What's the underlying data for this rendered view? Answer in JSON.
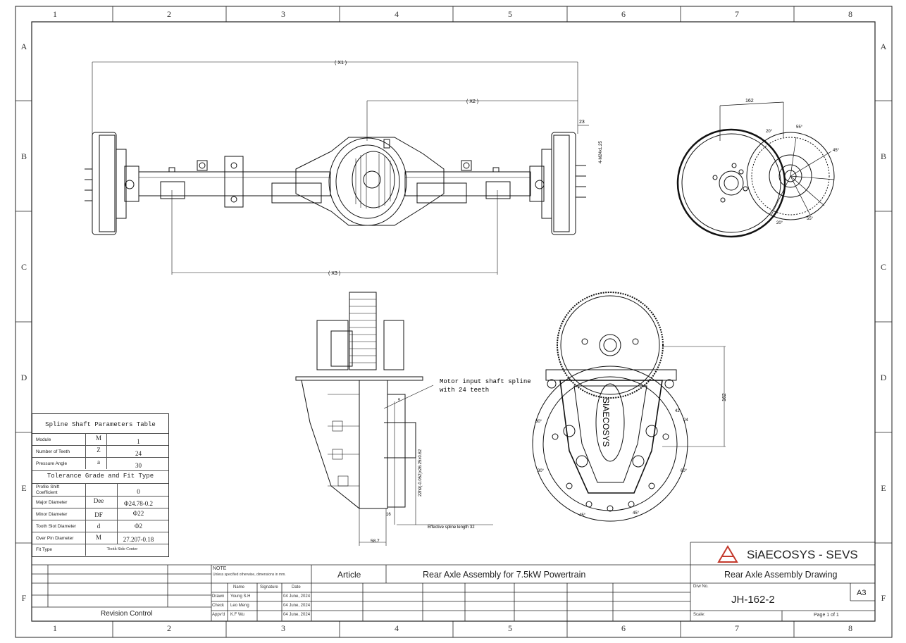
{
  "grid": {
    "columns": [
      "1",
      "2",
      "3",
      "4",
      "5",
      "6",
      "7",
      "8"
    ],
    "rows": [
      "A",
      "B",
      "C",
      "D",
      "E",
      "F"
    ]
  },
  "dimensions": {
    "x1": "( X1 )",
    "x2": "( X2 )",
    "x3": "( X3 )",
    "d23": "23",
    "d4m": "4-M24x1.25",
    "d162_top": "162",
    "d162_side": "162",
    "d5": "5",
    "d16": "16",
    "d587": "58.7",
    "shaft_dim": "22h9(-0.052)x26.25x0.62",
    "effective_spline": "Effective spline length 32",
    "wheel_angle_55": "55°",
    "wheel_angle_20": "20°",
    "wheel_angle_45": "45°",
    "wheel_angle_30": "30°",
    "wheel_angle_60": "60°",
    "wheel_angle_42": "42",
    "wheel_angle_24": "24"
  },
  "callout": {
    "line1": "Motor input shaft spline",
    "line2": "with 24 teeth"
  },
  "spline_table": {
    "title": "Spline Shaft Parameters Table",
    "rows": [
      {
        "param": "Module",
        "symbol": "M",
        "value": "1"
      },
      {
        "param": "Number of Teeth",
        "symbol": "Z",
        "value": "24"
      },
      {
        "param": "Pressure Angle",
        "symbol": "a",
        "value": "30"
      }
    ],
    "subtitle": "Tolerance Grade and Fit Type",
    "rows2": [
      {
        "param": "Profile Shift Coefficient",
        "symbol": "",
        "value": "0"
      },
      {
        "param": "Major Diameter",
        "symbol": "Dee",
        "value": "Φ24.78-0.2"
      },
      {
        "param": "Minor Diameter",
        "symbol": "DF",
        "value": "Φ22"
      },
      {
        "param": "Tooth Slot Diameter",
        "symbol": "d",
        "value": "Φ2"
      },
      {
        "param": "Over Pin Diameter",
        "symbol": "M",
        "value": "27.207-0.18"
      },
      {
        "param": "Fit Type",
        "symbol": "",
        "value": "Tooth Side Center"
      }
    ]
  },
  "title_block": {
    "company": "SiAECOSYS - SEVS",
    "revision_control": "Revision Control",
    "note_title": "NOTE",
    "note_text": "Unless specified otherwise, dimensions in mm.",
    "article_label": "Article",
    "article_value": "Rear Axle Assembly for 7.5kW Powertrain",
    "drawing_name": "Rear Axle Assembly Drawing",
    "drw_no_label": "Drw No.",
    "drw_no": "JH-162-2",
    "sheet_size": "A3",
    "scale_label": "Scale:",
    "page": "Page 1 of 1",
    "headers": {
      "name": "Name",
      "signature": "Signature",
      "date": "Date"
    },
    "people": [
      {
        "role": "Drawn",
        "name": "Young S.H",
        "date": "04 June, 2024"
      },
      {
        "role": "Check",
        "name": "Leo Meng",
        "date": "04 June, 2024"
      },
      {
        "role": "Appv'd",
        "name": "K.F Wu",
        "date": "04 June, 2024"
      }
    ]
  },
  "logo_text": "SIAECOSYS"
}
